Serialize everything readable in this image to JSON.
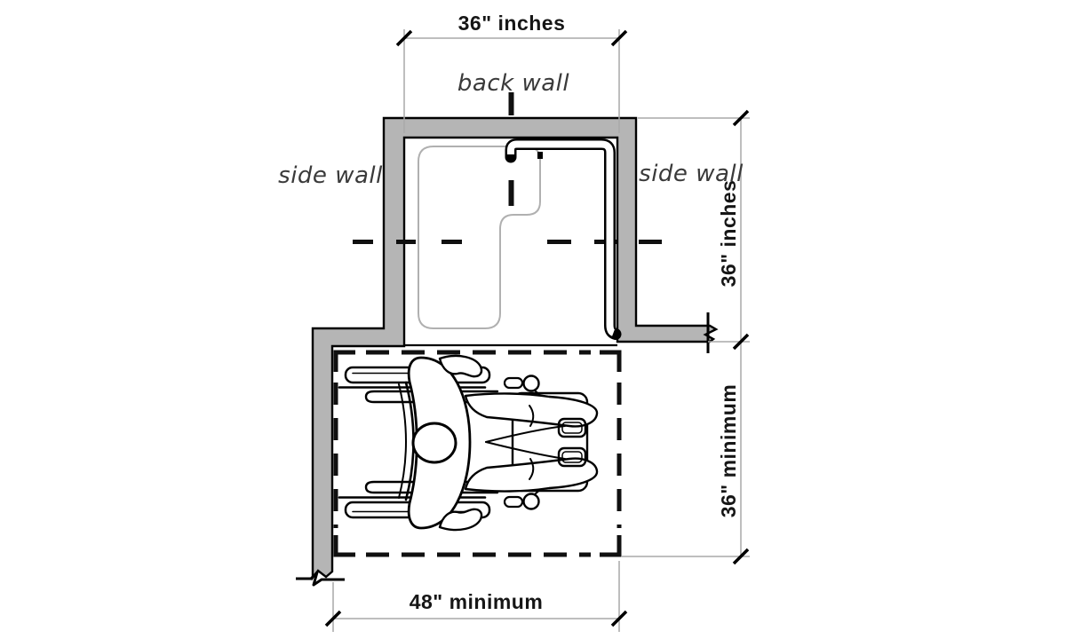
{
  "diagram": {
    "type": "accessible-transfer-shower-plan",
    "labels": {
      "top_dimension": "36\" inches",
      "back_wall": "back wall",
      "side_wall_left": "side wall",
      "side_wall_right": "side wall",
      "side_dimension_upper": "36\" inches",
      "side_dimension_lower": "36\" minimum",
      "bottom_dimension": "48\" minimum"
    },
    "icons": {
      "wheelchair_user": "wheelchair-user-top-view-icon",
      "grab_bar": "l-shaped-grab-bar-icon",
      "wall_break": "wall-break-symbol-icon"
    },
    "colors": {
      "wall_fill": "#b5b5b5",
      "outline": "#000000",
      "thin_line": "#a8a8a8",
      "pan_outline": "#b0b0b0",
      "label_text": "#3a3a3a",
      "dimension_text": "#161616",
      "background": "#ffffff"
    }
  }
}
